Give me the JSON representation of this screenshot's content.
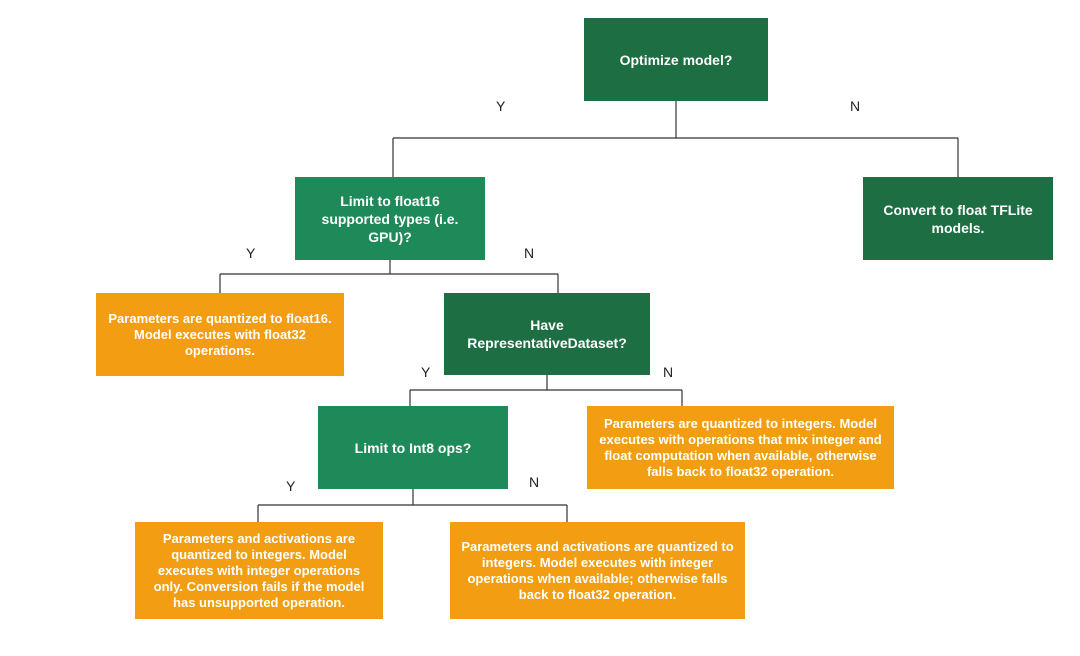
{
  "nodes": {
    "optimize": "Optimize model?",
    "limit_float16": "Limit to float16 supported types (i.e. GPU)?",
    "convert_float": "Convert to float TFLite models.",
    "params_float16": "Parameters are quantized to float16. Model executes with float32 operations.",
    "have_rep": "Have RepresentativeDataset?",
    "limit_int8": "Limit to Int8 ops?",
    "params_int_mix": "Parameters are quantized to integers. Model executes with operations that mix integer and float computation when available, otherwise falls back to float32 operation.",
    "params_int_only": "Parameters and activations are quantized to integers. Model executes with integer operations only. Conversion fails if the model has unsupported operation.",
    "params_int_fallback": "Parameters and activations are quantized to integers. Model executes with integer operations when available; otherwise falls back to float32 operation."
  },
  "edge_labels": {
    "optimize_yes": "Y",
    "optimize_no": "N",
    "float16_yes": "Y",
    "float16_no": "N",
    "rep_yes": "Y",
    "rep_no": "N",
    "int8_yes": "Y",
    "int8_no": "N"
  },
  "colors": {
    "dark_green": "#1e6e43",
    "green": "#1f8a59",
    "orange": "#f29d12",
    "line": "#333333"
  }
}
